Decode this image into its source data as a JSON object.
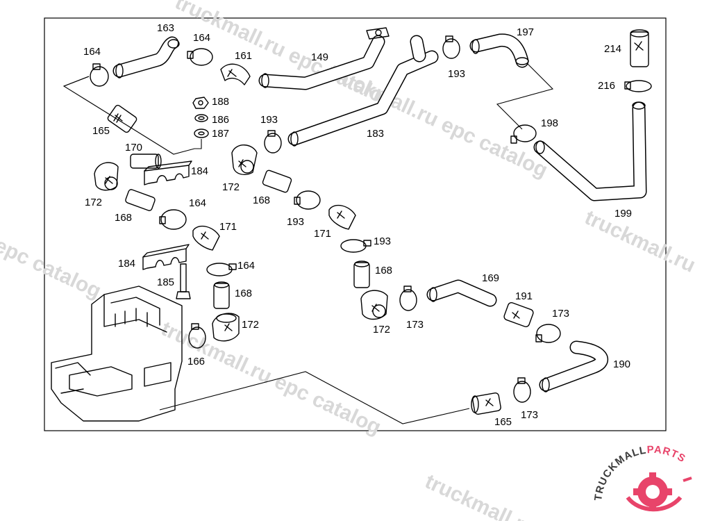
{
  "diagram": {
    "callouts": [
      {
        "id": "c163a",
        "text": "163"
      },
      {
        "id": "c164a",
        "text": "164"
      },
      {
        "id": "c164b",
        "text": "164"
      },
      {
        "id": "c161",
        "text": "161"
      },
      {
        "id": "c149",
        "text": "149"
      },
      {
        "id": "c193a",
        "text": "193"
      },
      {
        "id": "c197",
        "text": "197"
      },
      {
        "id": "c214",
        "text": "214"
      },
      {
        "id": "c216",
        "text": "216"
      },
      {
        "id": "c188",
        "text": "188"
      },
      {
        "id": "c186",
        "text": "186"
      },
      {
        "id": "c187",
        "text": "187"
      },
      {
        "id": "c165a",
        "text": "165"
      },
      {
        "id": "c193b",
        "text": "193"
      },
      {
        "id": "c183",
        "text": "183"
      },
      {
        "id": "c198",
        "text": "198"
      },
      {
        "id": "c170",
        "text": "170"
      },
      {
        "id": "c184a",
        "text": "184"
      },
      {
        "id": "c172a",
        "text": "172"
      },
      {
        "id": "c172b",
        "text": "172"
      },
      {
        "id": "c168a",
        "text": "168"
      },
      {
        "id": "c168b",
        "text": "168"
      },
      {
        "id": "c164c",
        "text": "164"
      },
      {
        "id": "c193c",
        "text": "193"
      },
      {
        "id": "c171a",
        "text": "171"
      },
      {
        "id": "c171b",
        "text": "171"
      },
      {
        "id": "c193d",
        "text": "193"
      },
      {
        "id": "c199",
        "text": "199"
      },
      {
        "id": "c184b",
        "text": "184"
      },
      {
        "id": "c164d",
        "text": "164"
      },
      {
        "id": "c168c",
        "text": "168"
      },
      {
        "id": "c185",
        "text": "185"
      },
      {
        "id": "c168d",
        "text": "168"
      },
      {
        "id": "c169",
        "text": "169"
      },
      {
        "id": "c191",
        "text": "191"
      },
      {
        "id": "c173a",
        "text": "173"
      },
      {
        "id": "c172c",
        "text": "172"
      },
      {
        "id": "c173b",
        "text": "173"
      },
      {
        "id": "c172d",
        "text": "172"
      },
      {
        "id": "c166",
        "text": "166"
      },
      {
        "id": "c190",
        "text": "190"
      },
      {
        "id": "c165b",
        "text": "165"
      },
      {
        "id": "c173c",
        "text": "173"
      }
    ]
  },
  "watermark": {
    "text_line1": "truckmall.ru epc catalog",
    "text_line2": "truckmall.ru",
    "text_line3": "epc catalog",
    "text_line4": "truckmall.ru epc catalog"
  },
  "logo": {
    "brand_main": "TRUCKMALL",
    "brand_accent": "PARTS",
    "accent_color": "#e8446a",
    "text_color": "#3a3a3a",
    "icon": "gear-icon"
  }
}
